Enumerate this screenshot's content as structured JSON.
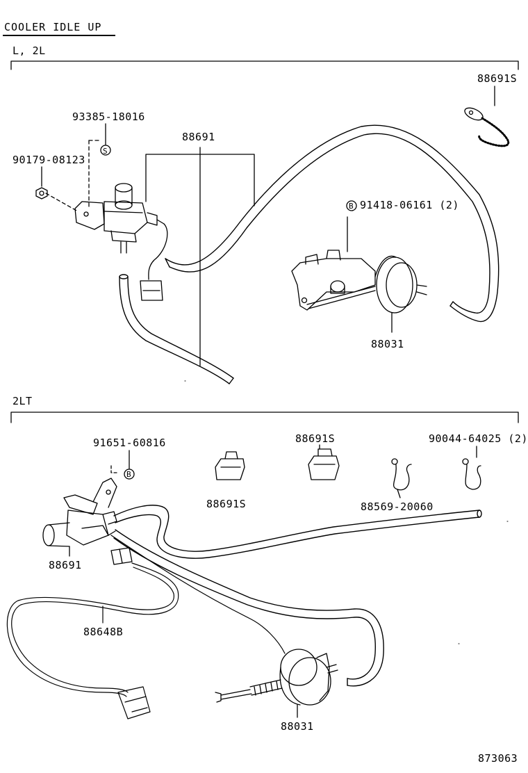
{
  "diagram": {
    "title": "COOLER IDLE UP",
    "catalog_number": "873063",
    "sections": [
      {
        "label": "L, 2L"
      },
      {
        "label": "2LT"
      }
    ],
    "parts": {
      "p_88691s_top": "88691S",
      "p_93385": "93385-18016",
      "p_90179": "90179-08123",
      "p_88691_top": "88691",
      "p_91418": "91418-06161 (2)",
      "p_88031_top": "88031",
      "p_91651": "91651-60816",
      "p_88691s_clip_a": "88691S",
      "p_88691s_clip_b": "88691S",
      "p_90044": "90044-64025 (2)",
      "p_88569": "88569-20060",
      "p_88691_bot": "88691",
      "p_88648b": "88648B",
      "p_88031_bot": "88031"
    },
    "markers": {
      "s_marker": "S",
      "b_marker": "B"
    }
  }
}
